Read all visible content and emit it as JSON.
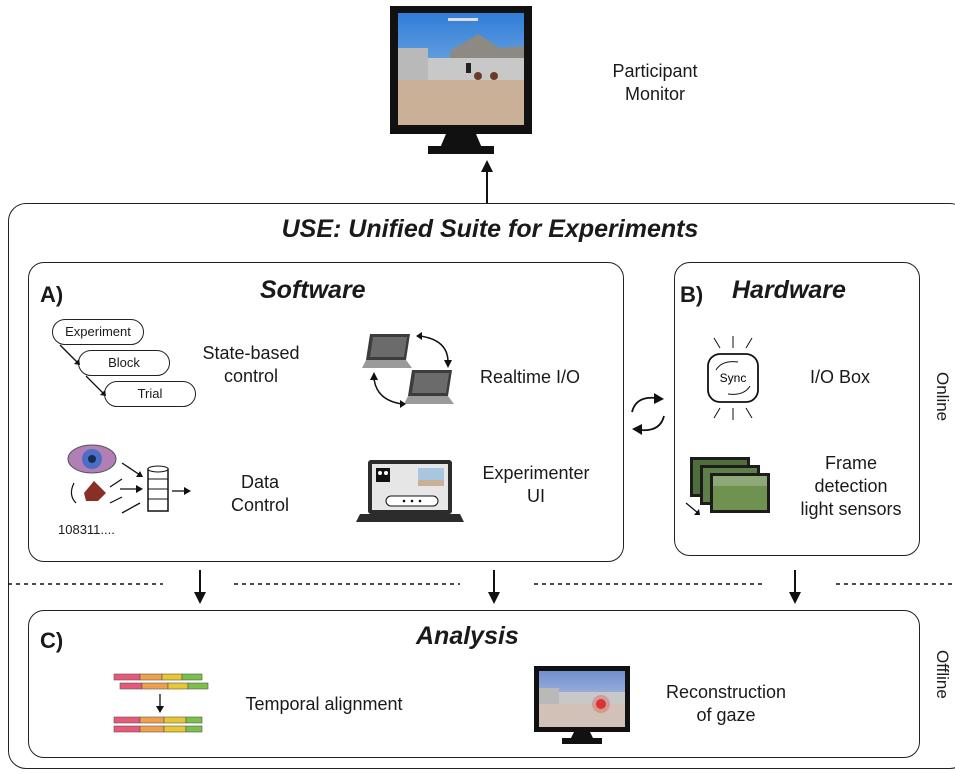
{
  "monitor": {
    "label_line1": "Participant",
    "label_line2": "Monitor"
  },
  "suite": {
    "title": "USE: Unified Suite for Experiments"
  },
  "software": {
    "letter": "A)",
    "title": "Software",
    "state_pills": [
      "Experiment",
      "Block",
      "Trial"
    ],
    "state_label_line1": "State-based",
    "state_label_line2": "control",
    "realtime_label": "Realtime I/O",
    "data_label_line1": "Data",
    "data_label_line2": "Control",
    "data_number": "108311....",
    "exp_ui_line1": "Experimenter",
    "exp_ui_line2": "UI"
  },
  "hardware": {
    "letter": "B)",
    "title": "Hardware",
    "sync_text": "Sync",
    "io_label": "I/O Box",
    "frame_line1": "Frame",
    "frame_line2": "detection",
    "frame_line3": "light sensors"
  },
  "analysis": {
    "letter": "C)",
    "title": "Analysis",
    "temporal_label": "Temporal alignment",
    "gaze_line1": "Reconstruction",
    "gaze_line2": "of gaze"
  },
  "side_labels": {
    "online": "Online",
    "offline": "Offline"
  },
  "colors": {
    "pink": "#e8587a",
    "orange": "#f0a04b",
    "yellow": "#e8c832",
    "green": "#7cc04a"
  }
}
